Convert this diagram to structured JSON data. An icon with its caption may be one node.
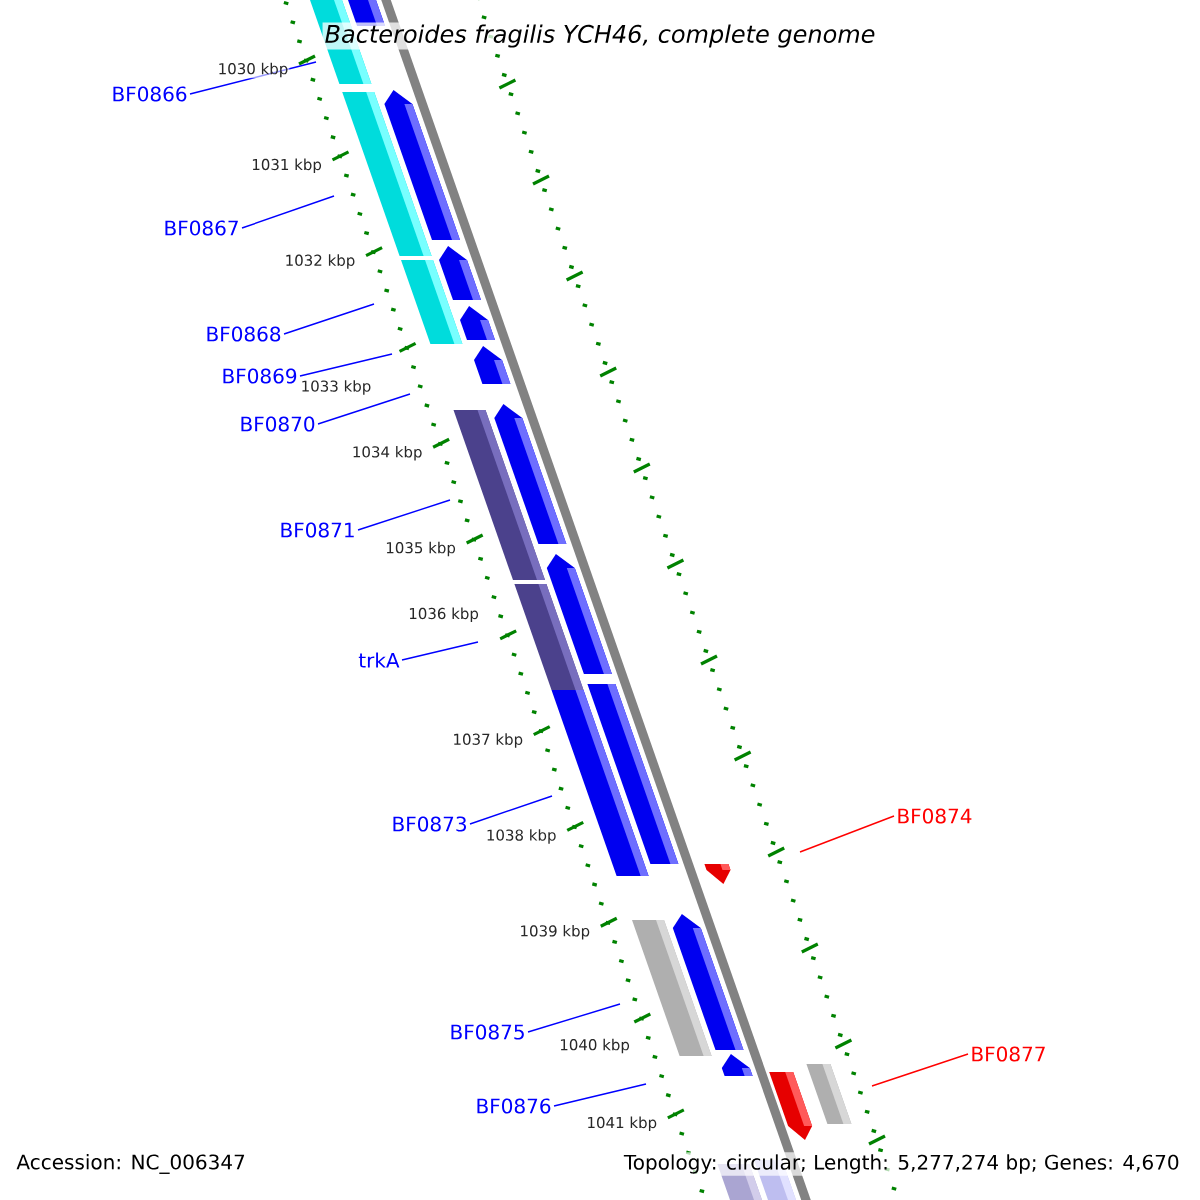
{
  "diagram": {
    "title": "Bacteroides fragilis YCH46, complete genome",
    "nodes": [
      {
        "text": [
          "BF0866"
        ]
      },
      {
        "text": [
          "BF0867"
        ]
      },
      {
        "text": [
          "BF0868"
        ]
      },
      {
        "text": [
          "BF0869"
        ]
      },
      {
        "text": [
          "BF0870"
        ]
      },
      {
        "text": [
          "BF0871"
        ]
      },
      {
        "text": [
          "trkA"
        ]
      },
      {
        "text": [
          "BF0873"
        ]
      },
      {
        "text": [
          "BF0874"
        ]
      },
      {
        "text": [
          "BF0875"
        ]
      },
      {
        "text": [
          "BF0876"
        ]
      },
      {
        "text": [
          "BF0877"
        ]
      }
    ],
    "edges": [
      {
        "from": 0,
        "to": null,
        "arrow": "none"
      },
      {
        "from": 1,
        "to": null,
        "arrow": "none"
      },
      {
        "from": 2,
        "to": null,
        "arrow": "none"
      },
      {
        "from": 3,
        "to": null,
        "arrow": "none"
      },
      {
        "from": 4,
        "to": null,
        "arrow": "none"
      },
      {
        "from": 5,
        "to": null,
        "arrow": "none"
      },
      {
        "from": 6,
        "to": null,
        "arrow": "none"
      },
      {
        "from": 7,
        "to": null,
        "arrow": "none"
      },
      {
        "from": 8,
        "to": null,
        "arrow": "none",
        "color": "#ff0000"
      },
      {
        "from": 9,
        "to": null,
        "arrow": "none"
      },
      {
        "from": 10,
        "to": null,
        "arrow": "none"
      },
      {
        "from": 11,
        "to": null,
        "arrow": "none",
        "color": "#ff0000"
      }
    ],
    "labels": [
      "1030 kbp",
      "1031 kbp",
      "1032 kbp",
      "1033 kbp",
      "1034 kbp",
      "1035 kbp",
      "1036 kbp",
      "1037 kbp",
      "1038 kbp",
      "1039 kbp",
      "1040 kbp",
      "1041 kbp",
      "Accession: NC_006347",
      "Topology: circular; Length: 5,277,274 bp; Genes: 4,670"
    ]
  }
}
